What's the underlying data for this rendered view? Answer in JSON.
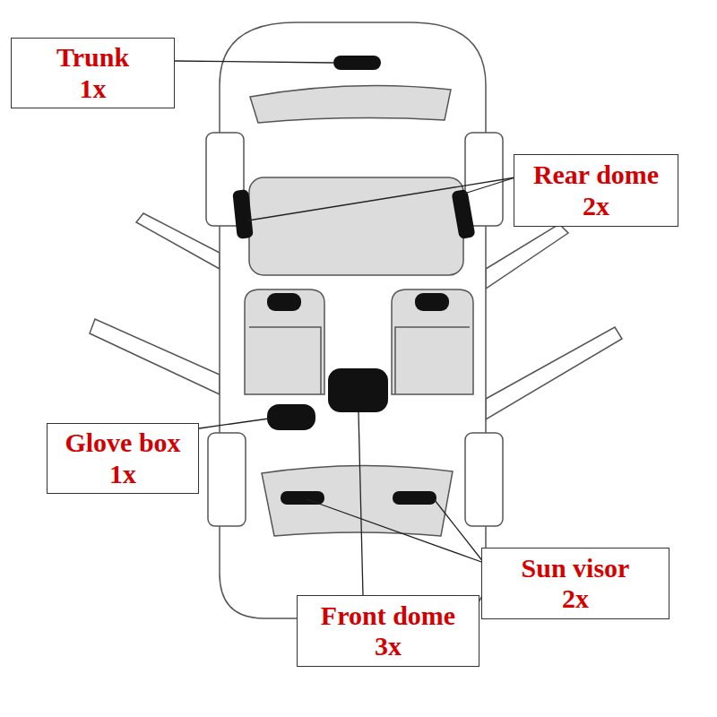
{
  "diagram": {
    "nodes": [
      {
        "text": [
          "Trunk",
          "1x"
        ]
      },
      {
        "text": [
          "Rear dome",
          "2x"
        ]
      },
      {
        "text": [
          "Glove box",
          "1x"
        ]
      },
      {
        "text": [
          "Sun visor",
          "2x"
        ]
      },
      {
        "text": [
          "Front dome",
          "3x"
        ]
      }
    ]
  }
}
